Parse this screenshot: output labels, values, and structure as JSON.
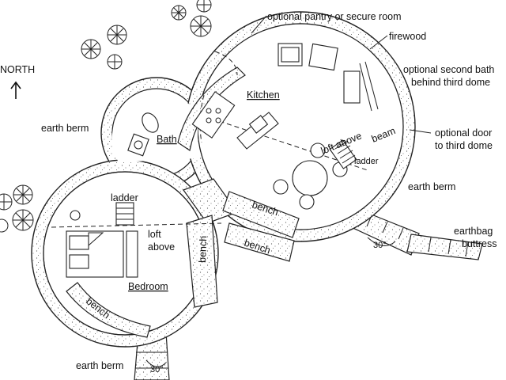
{
  "labels": {
    "north": "NORTH",
    "pantry": "optional pantry or secure room",
    "firewood": "firewood",
    "second_bath_1": "optional second bath",
    "second_bath_2": "behind third dome",
    "optional_door_1": "optional door",
    "optional_door_2": "to third dome",
    "kitchen": "Kitchen",
    "bath": "Bath",
    "earth_berm_left": "earth berm",
    "earth_berm_right": "earth berm",
    "earth_berm_bottom": "earth berm",
    "loft_above_main": "loft above",
    "beam": "beam",
    "ladder_main": "ladder",
    "ladder_bedroom": "ladder",
    "loft_above_bedroom_1": "loft",
    "loft_above_bedroom_2": "above",
    "bedroom": "Bedroom",
    "bench_1": "bench",
    "bench_2": "bench",
    "bench_3": "bench",
    "bench_bedroom": "bench",
    "buttress_1": "earthbag",
    "buttress_2": "buttress",
    "angle_right": "30°",
    "angle_bottom": "30°"
  },
  "icons": {
    "north_arrow": "arrow-up-icon",
    "tree": "tree-icon"
  }
}
